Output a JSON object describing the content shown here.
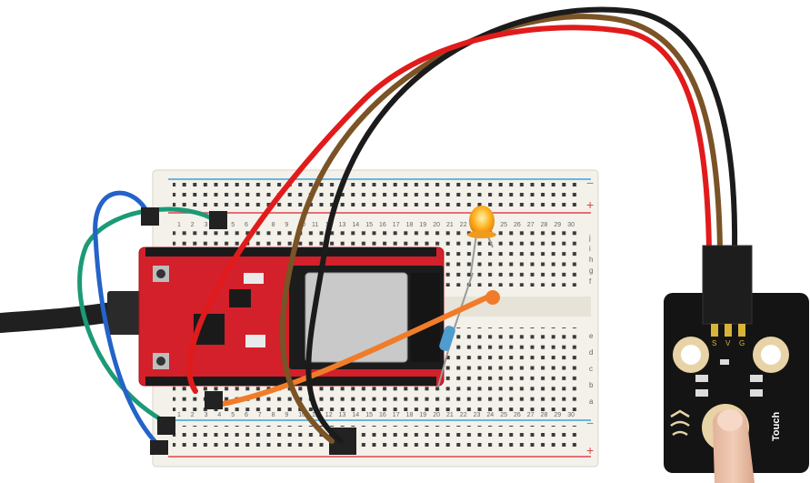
{
  "breadboard": {
    "column_numbers": [
      "1",
      "2",
      "3",
      "4",
      "5",
      "6",
      "7",
      "8",
      "9",
      "10",
      "11",
      "12",
      "13",
      "14",
      "15",
      "16",
      "17",
      "18",
      "19",
      "20",
      "21",
      "22",
      "23",
      "24",
      "25",
      "26",
      "27",
      "28",
      "29",
      "30"
    ],
    "row_letters_top": [
      "j",
      "i",
      "h",
      "g",
      "f"
    ],
    "row_letters_bottom": [
      "e",
      "d",
      "c",
      "b",
      "a"
    ],
    "rail_plus": "+",
    "rail_minus": "−"
  },
  "sensor_module": {
    "pin_labels": [
      "S",
      "V",
      "G"
    ],
    "touch_label": "Touch"
  },
  "colors": {
    "board_red": "#d3202a",
    "breadboard": "#f3f1ea",
    "rail_red": "#e0444c",
    "rail_blue": "#3aa3d9",
    "module_black": "#141414",
    "wire_red": "#e11b1b",
    "wire_black": "#1b1b1b",
    "wire_brown": "#7a5326",
    "wire_orange": "#f07c2a",
    "wire_blue": "#2463c8",
    "wire_green": "#1b9a76",
    "led_yellow": "#ffb21e"
  }
}
